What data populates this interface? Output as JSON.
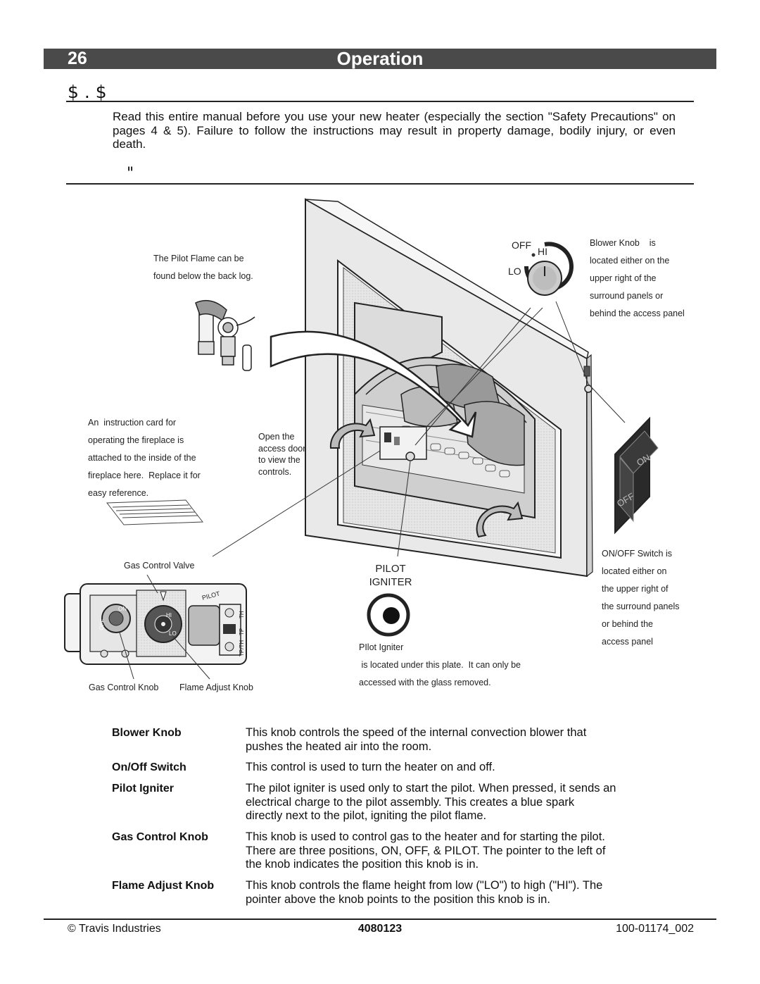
{
  "header": {
    "page_number": "26",
    "title": "Operation"
  },
  "section1": {
    "heading_glyphs": "$  .  $"
  },
  "intro": {
    "text": "Read this entire manual before you use your new heater (especially the section \"Safety Precautions\" on pages 4 & 5).  Failure to follow the instructions may result in property damage, bodily injury, or even death."
  },
  "section2": {
    "heading_glyphs": "\""
  },
  "diagram": {
    "pilot_flame_note": [
      "The Pilot Flame can be",
      "found below the back log."
    ],
    "blower_note": [
      "Blower Knob    is",
      "located either on the",
      "upper right of the",
      "surround panels or",
      "behind the access panel"
    ],
    "blower_knob_labels": {
      "off": "OFF",
      "hi": "HI",
      "lo": "LO"
    },
    "instruction_card_note": [
      "An  instruction card for",
      "operating the fireplace is",
      "attached to the inside of the",
      "fireplace here.  Replace it for",
      "easy reference."
    ],
    "access_door_note": [
      "Open the",
      "access door",
      "to view the",
      "controls."
    ],
    "gas_valve_label": "Gas Control Valve",
    "pilot_igniter_caps": [
      "PILOT",
      "IGNITER"
    ],
    "pilot_igniter_note": [
      "PIlot Igniter",
      " is located under this plate.  It can only be",
      "accessed with the glass removed."
    ],
    "switch_note": [
      "ON/OFF Switch is",
      "located either on",
      "the upper right of",
      "the surround panels",
      "or behind the",
      "access panel"
    ],
    "switch_labels": {
      "on": "ON",
      "off": "OFF"
    },
    "gas_control_knob_label": "Gas Control Knob",
    "flame_adjust_knob_label": "Flame Adjust Knob",
    "valve_markings": {
      "pilot": "PILOT",
      "on": "ON",
      "off": "OFF",
      "hi": "HI",
      "lo": "LO",
      "th": "TH",
      "tp": "TP",
      "tpth": "TP/TH"
    }
  },
  "controls": [
    {
      "term": "Blower Knob",
      "desc_lines": [
        "This knob controls the speed of the internal convection blower that",
        "pushes the heated air into the room."
      ]
    },
    {
      "term": "On/Off Switch",
      "desc_lines": [
        "This control is used to turn the heater on and off."
      ]
    },
    {
      "term": "Pilot Igniter",
      "desc_lines": [
        "The pilot igniter is used only to start the pilot.  When pressed, it sends an",
        "electrical charge to the pilot assembly.  This creates a blue spark",
        "directly next to the pilot, igniting the pilot flame."
      ]
    },
    {
      "term": "Gas Control Knob",
      "desc_lines": [
        "This knob is used to control gas to the heater and for starting the pilot.",
        "There are three positions, ON, OFF, & PILOT.  The pointer to the left of",
        "the knob indicates the position this knob is in."
      ]
    },
    {
      "term": "Flame Adjust Knob",
      "desc_lines": [
        "This knob controls the flame height from low (\"LO\") to high (\"HI\").  The",
        "pointer above the knob points to the position this knob is in."
      ]
    }
  ],
  "footer": {
    "left": "© Travis Industries",
    "center": "4080123",
    "right": "100-01174_002"
  }
}
